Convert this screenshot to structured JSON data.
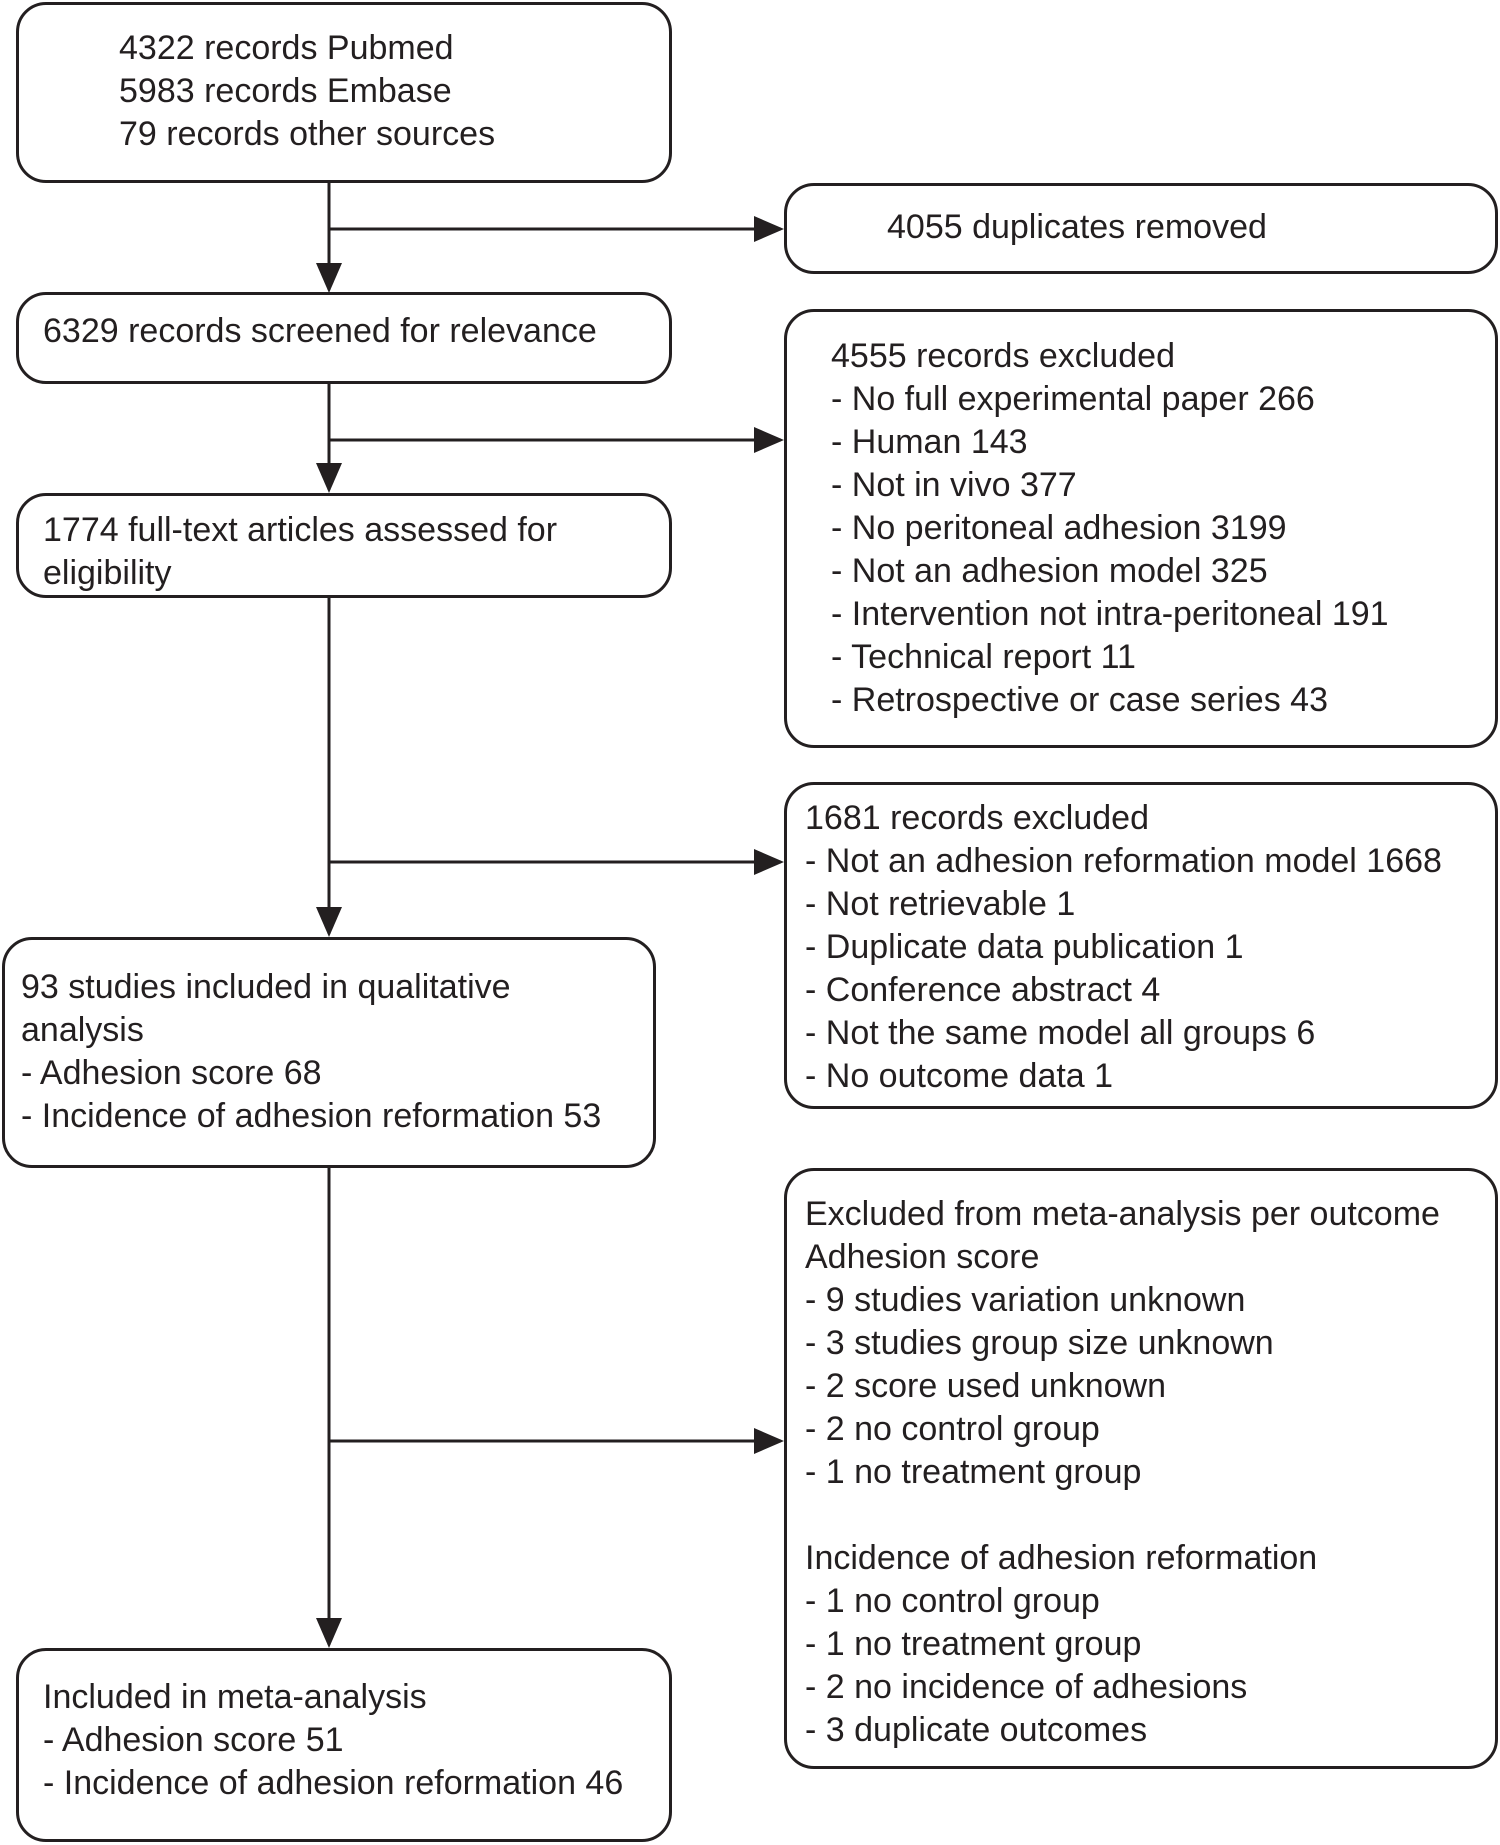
{
  "identification": {
    "lines": [
      "4322 records Pubmed",
      "5983 records Embase",
      "79 records other sources"
    ]
  },
  "duplicates": {
    "text": "4055 duplicates removed"
  },
  "screening": {
    "text": "6329 records screened for relevance"
  },
  "screening_excluded": {
    "title": "4555 records excluded",
    "items": [
      "- No full experimental paper 266",
      "- Human 143",
      "- Not in vivo 377",
      "- No peritoneal adhesion 3199",
      "- Not an adhesion model 325",
      "- Intervention not intra-peritoneal 191",
      "- Technical report 11",
      "- Retrospective or case series 43"
    ]
  },
  "eligibility": {
    "lines": [
      "1774 full-text articles assessed for",
      "eligibility"
    ]
  },
  "eligibility_excluded": {
    "title": "1681 records excluded",
    "items": [
      "- Not an adhesion reformation model 1668",
      "- Not retrievable 1",
      "- Duplicate data publication 1",
      "- Conference abstract 4",
      "- Not the same model all groups 6",
      "- No outcome data 1"
    ]
  },
  "qualitative": {
    "lines": [
      "93 studies included in qualitative",
      "analysis",
      "- Adhesion score 68",
      "- Incidence of adhesion reformation 53"
    ]
  },
  "meta_excluded": {
    "title": "Excluded from meta-analysis per outcome",
    "section1_title": "Adhesion score",
    "section1_items": [
      "- 9 studies variation unknown",
      "- 3 studies group size unknown",
      "- 2 score used unknown",
      "- 2 no control group",
      "- 1 no treatment group"
    ],
    "section2_title": "Incidence of adhesion reformation",
    "section2_items": [
      "- 1 no control group",
      "- 1 no treatment group",
      "- 2 no incidence of adhesions",
      "- 3 duplicate outcomes"
    ]
  },
  "meta_included": {
    "lines": [
      "Included in meta-analysis",
      "- Adhesion score 51",
      "- Incidence of adhesion reformation 46"
    ]
  }
}
